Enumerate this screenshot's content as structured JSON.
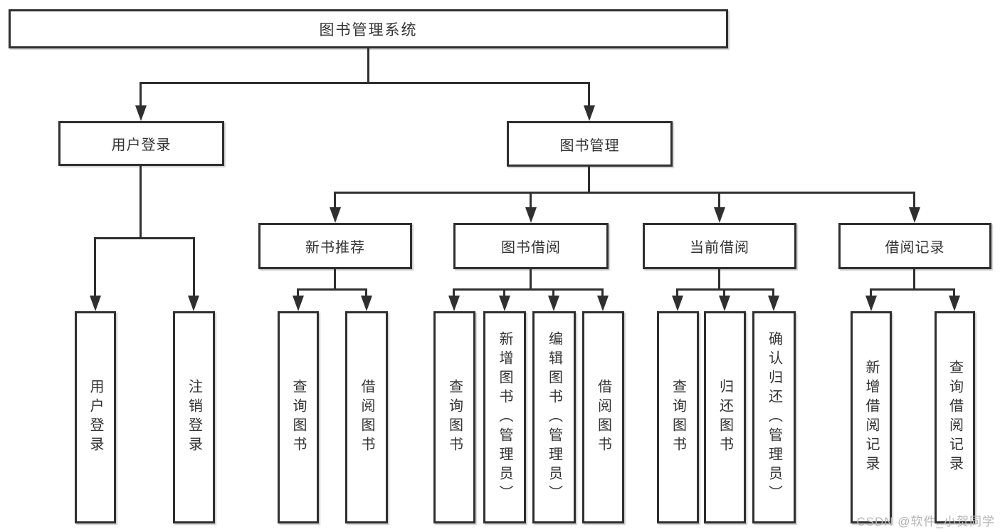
{
  "title": "图书管理系统",
  "colors": {
    "line": "#2f2f2f",
    "text": "#333333",
    "box_bg": "#ffffff",
    "watermark": "#b5b5b5"
  },
  "tree": {
    "root": {
      "label": "图书管理系统"
    },
    "branches": [
      {
        "label": "用户登录",
        "children": [
          {
            "label": "用户登录"
          },
          {
            "label": "注销登录"
          }
        ]
      },
      {
        "label": "图书管理",
        "children": [
          {
            "label": "新书推荐",
            "children": [
              {
                "label": "查询图书"
              },
              {
                "label": "借阅图书"
              }
            ]
          },
          {
            "label": "图书借阅",
            "children": [
              {
                "label": "查询图书"
              },
              {
                "label": "新增图书（管理员）"
              },
              {
                "label": "编辑图书（管理员）"
              },
              {
                "label": "借阅图书"
              }
            ]
          },
          {
            "label": "当前借阅",
            "children": [
              {
                "label": "查询图书"
              },
              {
                "label": "归还图书"
              },
              {
                "label": "确认归还（管理员）"
              }
            ]
          },
          {
            "label": "借阅记录",
            "children": [
              {
                "label": "新增借阅记录"
              },
              {
                "label": "查询借阅记录"
              }
            ]
          }
        ]
      }
    ]
  },
  "watermark": {
    "text": "CSDN @软件_小贺同学"
  }
}
